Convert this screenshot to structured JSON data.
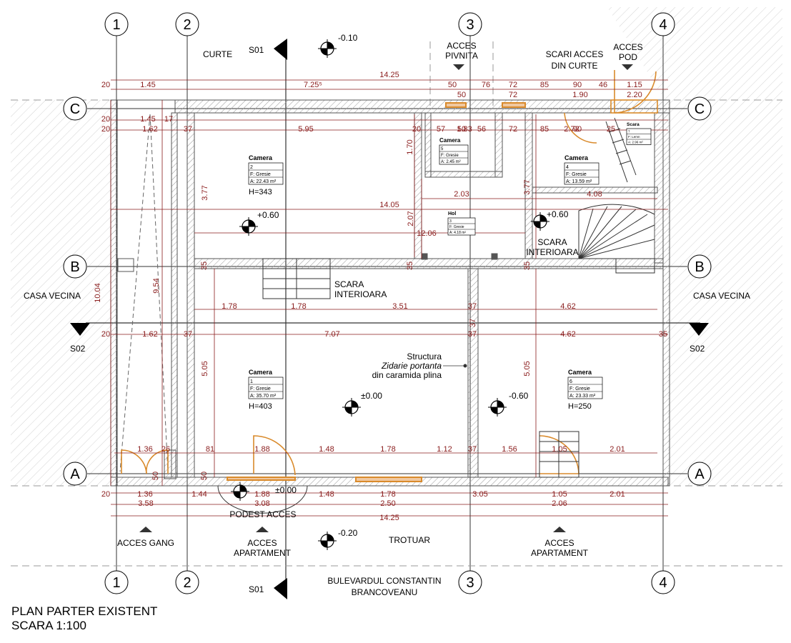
{
  "title": {
    "line1": "PLAN PARTER EXISTENT",
    "line2": "SCARA 1:100"
  },
  "grid": {
    "columns": [
      "1",
      "2",
      "3",
      "4"
    ],
    "rows": [
      "A",
      "B",
      "C"
    ]
  },
  "labels": {
    "curte": "CURTE",
    "acces_pivnita": [
      "ACCES",
      "PIVNITA"
    ],
    "scari_acces": [
      "SCARI ACCES",
      "DIN CURTE"
    ],
    "acces_pod": [
      "ACCES",
      "POD"
    ],
    "casa_vecina_left": "CASA VECINA",
    "casa_vecina_right": "CASA VECINA",
    "scara_interioara_mid": [
      "SCARA",
      "INTERIOARA"
    ],
    "scara_interioara_right": [
      "SCARA",
      "INTERIOARA"
    ],
    "structura": [
      "Structura",
      "Zidarie portanta",
      "din caramida plina"
    ],
    "podest": "PODEST ACCES",
    "acces_gang": "ACCES GANG",
    "acces_apart_left": [
      "ACCES",
      "APARTAMENT"
    ],
    "acces_apart_right": [
      "ACCES",
      "APARTAMENT"
    ],
    "trotuar": "TROTUAR",
    "bulevard": [
      "BULEVARDUL CONSTANTIN",
      "BRANCOVEANU"
    ]
  },
  "sections": {
    "s01": "S01",
    "s02": "S02"
  },
  "levels": {
    "top": "-0.10",
    "room2": "+0.60",
    "stair": "+0.60",
    "room1": "±0.00",
    "room6": "-0.60",
    "entrance": "±0.00",
    "street": "-0.20"
  },
  "rooms": {
    "r2": {
      "name": "Camera",
      "num": "2",
      "floor": "F:    Gresie",
      "area": "A: 22.43 m²",
      "height": "H=343"
    },
    "r5": {
      "name": "Camera",
      "num": "5",
      "floor": "F:    Gresie",
      "area": "A: 2.45 m²"
    },
    "r4": {
      "name": "Camera",
      "num": "4",
      "floor": "F:    Gresie",
      "area": "A: 13.59 m²"
    },
    "r3": {
      "name": "Hol",
      "num": "3",
      "floor": "F:    Gresie",
      "area": "A: 4.18 m²"
    },
    "r1": {
      "name": "Camera",
      "num": "1",
      "floor": "F:    Gresie",
      "area": "A: 35.70 m²",
      "height": "H=403"
    },
    "r6": {
      "name": "Camera",
      "num": "6",
      "floor": "F:    Gresie",
      "area": "A: 23.33 m²",
      "height": "H=250"
    },
    "r7": {
      "name": "Scara",
      "num": "7",
      "floor": "F:    Lemn",
      "area": "A: 2.96 m²"
    }
  },
  "dims": {
    "top_total": "14.25",
    "top_row1": [
      "20",
      "1.45",
      "7.25⁵",
      "50",
      "76",
      "72",
      "85",
      "90",
      "46",
      "1.15"
    ],
    "top_row2": [
      "50",
      "72",
      "1.90",
      "2.20"
    ],
    "row_c1": [
      "20",
      "1.45",
      "17"
    ],
    "row_c2": [
      "20",
      "1.62",
      "37",
      "5.95",
      "20",
      "57",
      "50",
      "56",
      "72",
      "85",
      "90",
      "25"
    ],
    "row_c3": [
      "1.83",
      "2.72"
    ],
    "mid_row1": [
      "2.03",
      "4.08"
    ],
    "mid_total": "14.05",
    "hol_width": "12.06",
    "b_row": [
      "1.78",
      "1.78",
      "3.51",
      "37",
      "4.62"
    ],
    "s02_row": [
      "20",
      "1.62",
      "37",
      "7.07",
      "37",
      "4.62",
      "35"
    ],
    "a_row1": [
      "1.36",
      "26",
      "81",
      "1.88",
      "1.48",
      "1.78",
      "1.12",
      "37",
      "1.56",
      "1.05",
      "2.01"
    ],
    "a_row2": [
      "20",
      "1.36",
      "1.44",
      "1.88",
      "1.48",
      "1.78",
      "3.05",
      "1.05",
      "2.01"
    ],
    "a_row3": [
      "3.58",
      "3.08",
      "2.50",
      "2.06"
    ],
    "bottom_total": "14.25",
    "vertical": [
      "10.04",
      "9.54",
      "3.77",
      "2.07",
      "3.77",
      "1.70",
      "5.05",
      "5.05",
      "35",
      "35",
      "35",
      "37",
      "50",
      "50"
    ]
  },
  "colors": {
    "wall": "#555555",
    "dim": "#8a1c1c",
    "door": "#d98a2b",
    "hatch": "#9a9a9a"
  }
}
